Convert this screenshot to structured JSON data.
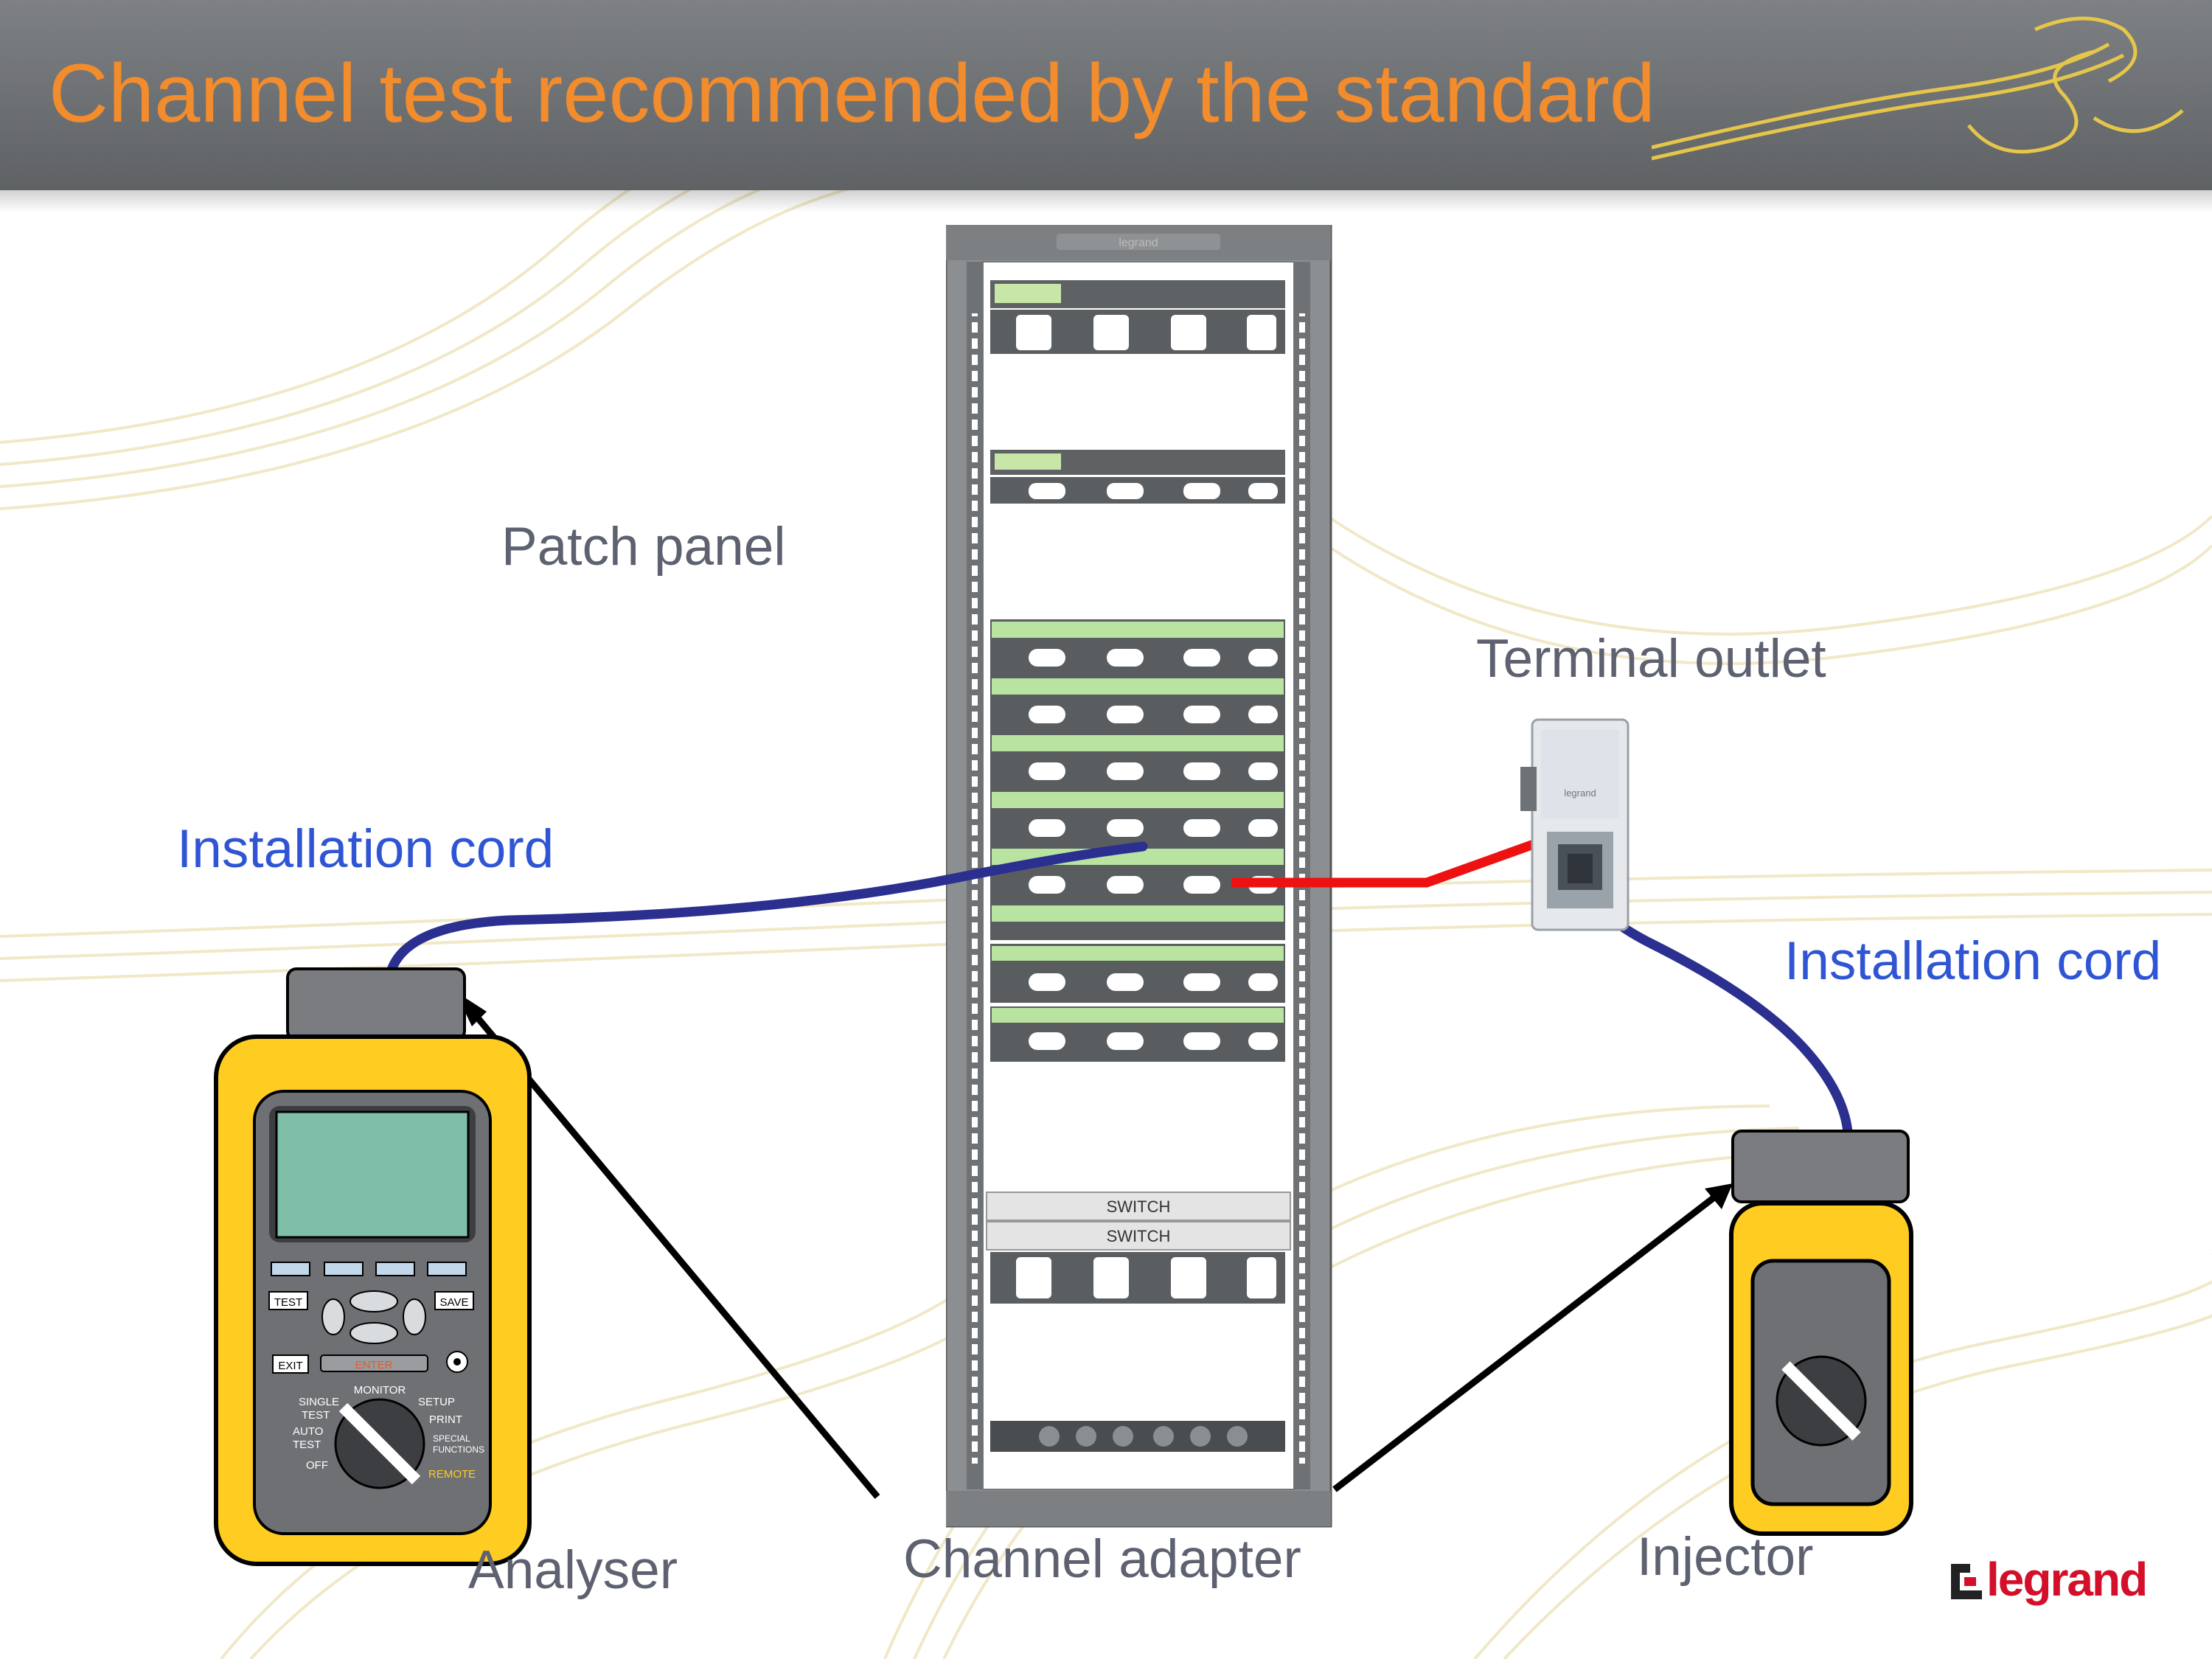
{
  "title": "Channel test recommended by the standard",
  "labels": {
    "patch_panel": "Patch panel",
    "terminal_outlet": "Terminal outlet",
    "installation_cord_left": "Installation cord",
    "installation_cord_right": "Installation cord",
    "analyser": "Analyser",
    "channel_adapter": "Channel adapter",
    "injector": "Injector"
  },
  "rack": {
    "brand_top": "legrand",
    "switch_1": "SWITCH",
    "switch_2": "SWITCH"
  },
  "analyser_device": {
    "buttons": {
      "test": "TEST",
      "save": "SAVE",
      "exit": "EXIT",
      "enter": "ENTER"
    },
    "dial": {
      "monitor": "MONITOR",
      "single": "SINGLE",
      "test1": "TEST",
      "auto": "AUTO",
      "test2": "TEST",
      "off": "OFF",
      "setup": "SETUP",
      "print": "PRINT",
      "special": "SPECIAL",
      "functions": "FUNCTIONS",
      "remote": "REMOTE"
    }
  },
  "outlet": {
    "brand": "legrand"
  },
  "logo": {
    "text": "legrand"
  },
  "colors": {
    "title": "#f28c2c",
    "label_gray": "#5d6170",
    "label_blue": "#2f55d4",
    "cord_blue": "#2b2f8f",
    "cord_red": "#ee1111",
    "device_yellow": "#ffcc22",
    "screen_green": "#7fbfaa",
    "logo_red": "#d40f2a"
  }
}
